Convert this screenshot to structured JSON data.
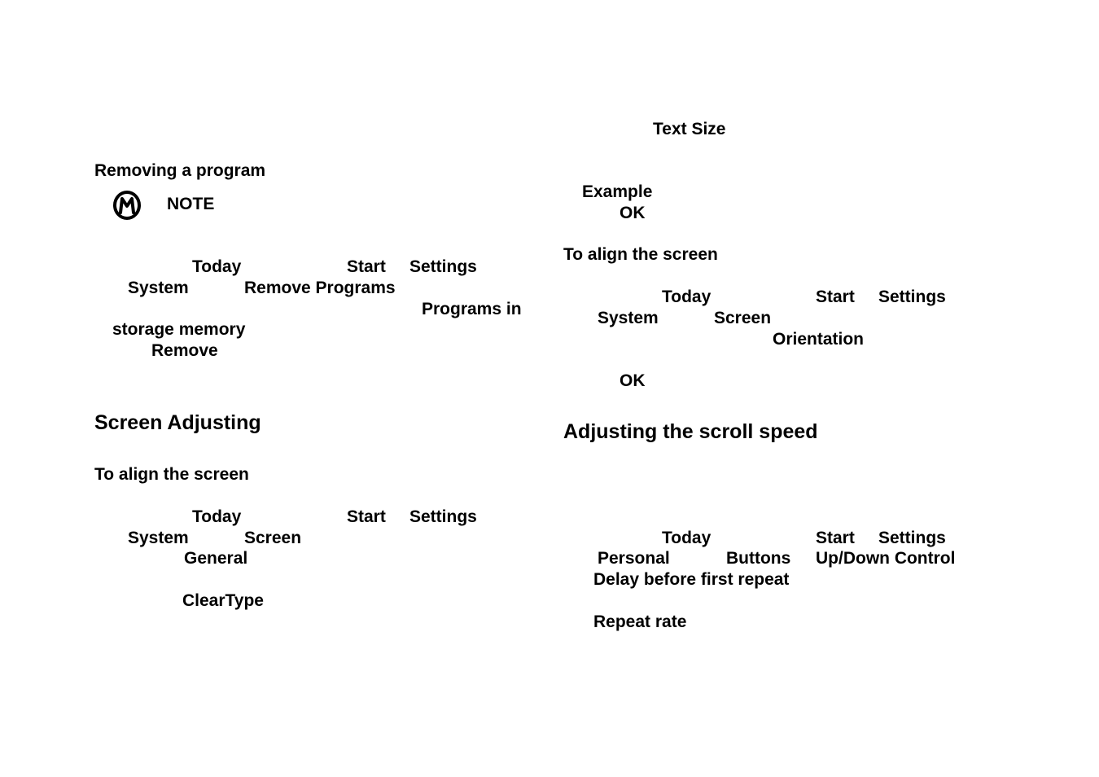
{
  "left": {
    "removing": {
      "heading": "Removing a program",
      "note_label": "NOTE",
      "w_today": "Today",
      "w_start": "Start",
      "w_settings": "Settings",
      "w_system": "System",
      "w_remove_programs": "Remove Programs",
      "w_programs_in": "Programs in",
      "w_storage_memory": "storage memory",
      "w_remove": "Remove"
    },
    "screen_adjusting": {
      "heading": "Screen Adjusting",
      "subheading": "To align the screen",
      "w_today": "Today",
      "w_start": "Start",
      "w_settings": "Settings",
      "w_system": "System",
      "w_screen": "Screen",
      "w_general": "General",
      "w_cleartype": "ClearType"
    }
  },
  "right": {
    "text_size": {
      "w_text_size": "Text Size",
      "w_example": "Example",
      "w_ok": "OK"
    },
    "align": {
      "subheading": "To align the screen",
      "w_today": "Today",
      "w_start": "Start",
      "w_settings": "Settings",
      "w_system": "System",
      "w_screen": "Screen",
      "w_orientation": "Orientation",
      "w_ok": "OK"
    },
    "scroll": {
      "heading": "Adjusting the scroll speed",
      "w_today": "Today",
      "w_start": "Start",
      "w_settings": "Settings",
      "w_personal": "Personal",
      "w_buttons": "Buttons",
      "w_updown": "Up/Down Control",
      "w_delay": "Delay before first repeat",
      "w_repeat_rate": "Repeat rate"
    }
  },
  "icons": {
    "note": "note-icon"
  }
}
